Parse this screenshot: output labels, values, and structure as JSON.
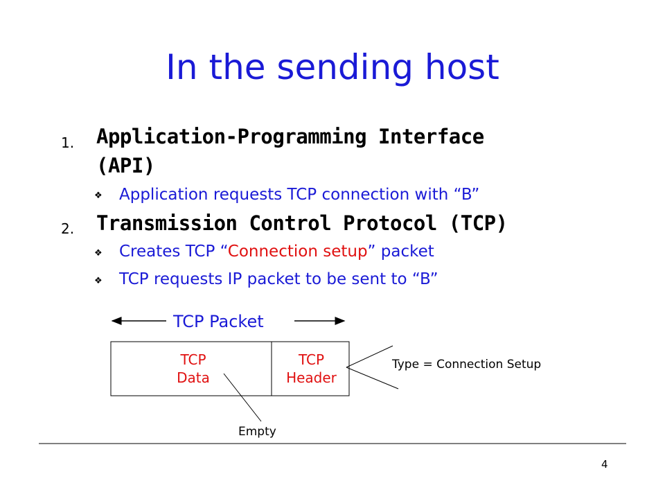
{
  "slide": {
    "title": "In the sending host",
    "page_number": "4"
  },
  "items": [
    {
      "number": "1.",
      "heading_line1": "Application-Programming Interface",
      "heading_line2": "(API)",
      "bullets": [
        {
          "parts": [
            {
              "text": "Application requests TCP connection with “B”",
              "color": "blue"
            }
          ]
        }
      ]
    },
    {
      "number": "2.",
      "heading_line1": "Transmission Control Protocol (TCP)",
      "bullets": [
        {
          "parts": [
            {
              "text": "Creates TCP “",
              "color": "blue"
            },
            {
              "text": "Connection setup",
              "color": "red"
            },
            {
              "text": "” packet",
              "color": "blue"
            }
          ]
        },
        {
          "parts": [
            {
              "text": "TCP requests IP packet to be sent to “B”",
              "color": "blue"
            }
          ]
        }
      ]
    }
  ],
  "bullet_icon": "diamond-flower-icon",
  "diagram": {
    "packet_label": "TCP Packet",
    "data_cell": {
      "line1": "TCP",
      "line2": "Data"
    },
    "header_cell": {
      "line1": "TCP",
      "line2": "Header"
    },
    "empty_label": "Empty",
    "type_label": "Type = Connection Setup"
  },
  "colors": {
    "title": "#1a1ad6",
    "accent_red": "#e01010",
    "text_blue": "#1a1ad6"
  }
}
